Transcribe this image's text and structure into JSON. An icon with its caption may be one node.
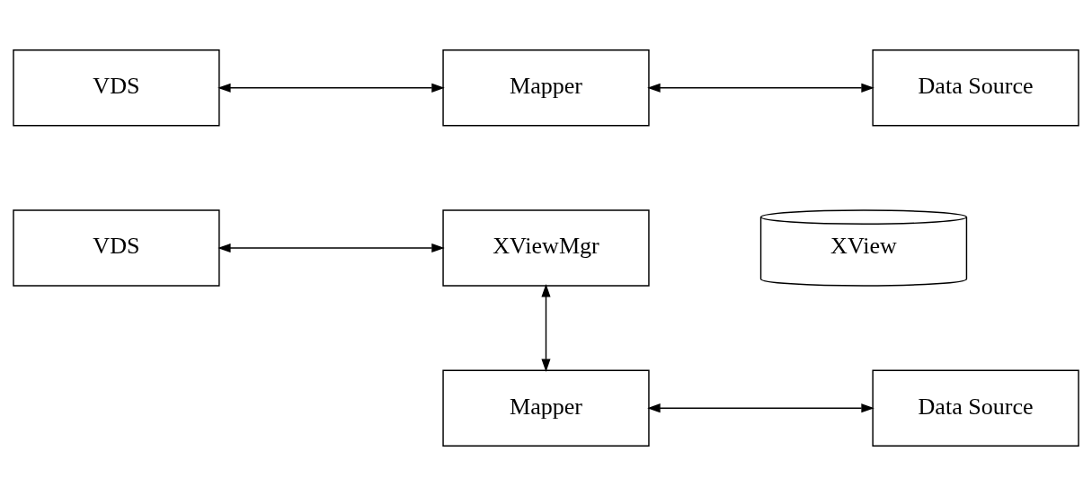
{
  "diagram": {
    "nodes": [
      {
        "text": [
          "VDS"
        ]
      },
      {
        "text": [
          "Mapper"
        ]
      },
      {
        "text": [
          "Data Source"
        ]
      },
      {
        "text": [
          "VDS"
        ]
      },
      {
        "text": [
          "XViewMgr"
        ]
      },
      {
        "text": [
          "XView"
        ]
      },
      {
        "text": [
          "Mapper"
        ]
      },
      {
        "text": [
          "Data Source"
        ]
      }
    ],
    "edges": [
      {
        "from": 0,
        "to": 1,
        "arrow": "both"
      },
      {
        "from": 1,
        "to": 2,
        "arrow": "both"
      },
      {
        "from": 3,
        "to": 4,
        "arrow": "both"
      },
      {
        "from": 4,
        "to": 6,
        "arrow": "both"
      },
      {
        "from": 6,
        "to": 7,
        "arrow": "both"
      }
    ]
  }
}
